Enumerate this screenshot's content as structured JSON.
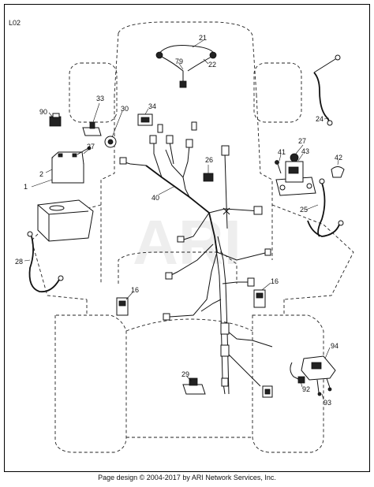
{
  "page_code": "L02",
  "watermark": "ARI",
  "footer": "Page design © 2004-2017 by ARI Network Services, Inc.",
  "part_numbers": [
    "1",
    "2",
    "16",
    "16",
    "21",
    "22",
    "24",
    "25",
    "26",
    "27",
    "27",
    "28",
    "29",
    "30",
    "33",
    "34",
    "40",
    "41",
    "42",
    "43",
    "79",
    "90",
    "92",
    "93",
    "94"
  ]
}
